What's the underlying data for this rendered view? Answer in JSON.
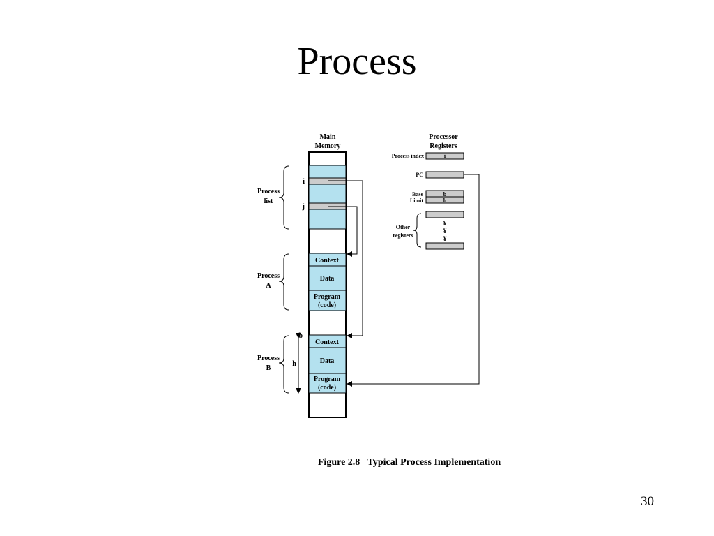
{
  "slide": {
    "title": "Process",
    "page_number": "30"
  },
  "figure": {
    "caption": "Figure 2.8   Typical Process Implementation",
    "main_memory": {
      "line1": "Main",
      "line2": "Memory"
    },
    "processor_registers": {
      "line1": "Processor",
      "line2": "Registers"
    },
    "registers": {
      "process_index_label": "Process index",
      "process_index_value": "i",
      "pc_label": "PC",
      "base_label": "Base",
      "base_value": "b",
      "limit_label": "Limit",
      "limit_value": "h",
      "other_line1": "Other",
      "other_line2": "registers",
      "dots": "¥"
    },
    "process_list": {
      "line1": "Process",
      "line2": "list",
      "entry_i": "i",
      "entry_j": "j"
    },
    "process_a": {
      "line1": "Process",
      "line2": "A",
      "context": "Context",
      "data": "Data",
      "program_line1": "Program",
      "program_line2": "(code)"
    },
    "process_b": {
      "line1": "Process",
      "line2": "B",
      "context": "Context",
      "data": "Data",
      "program_line1": "Program",
      "program_line2": "(code)",
      "b_marker": "b",
      "h_marker": "h"
    }
  },
  "colors": {
    "memory_fill": "#b4e1ef",
    "register_fill": "#cccccc"
  }
}
